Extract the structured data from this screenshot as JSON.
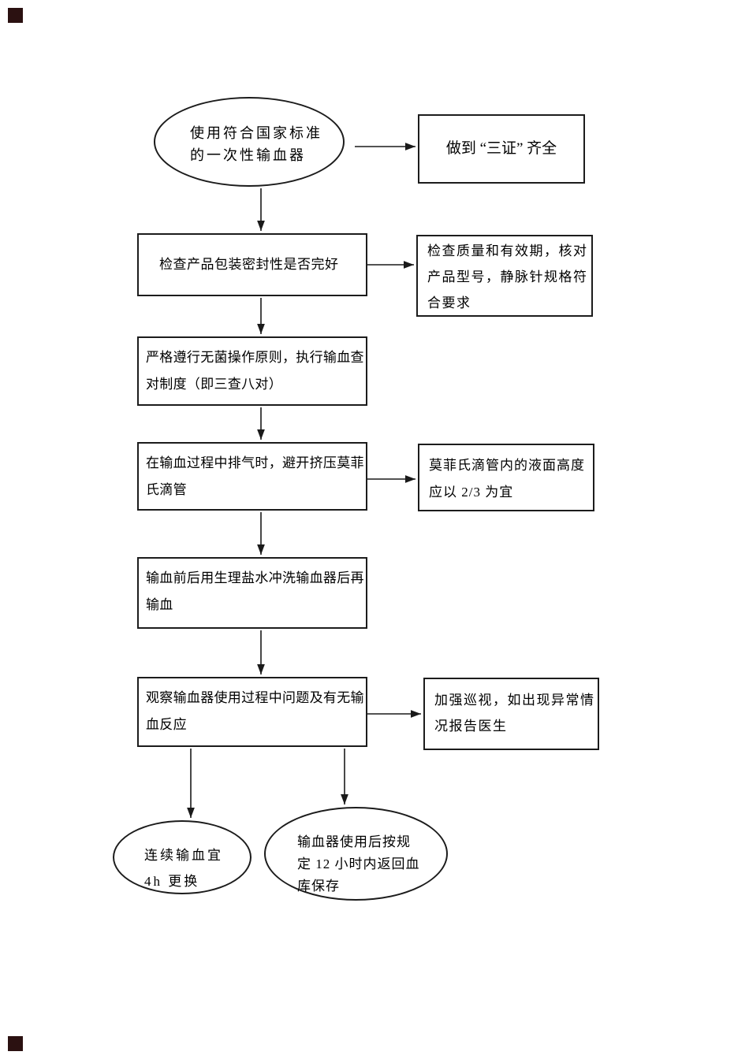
{
  "page": {
    "background": "#ffffff",
    "line_color": "#1a1a1a",
    "corner_marker_color": "#2b1111"
  },
  "nodes": {
    "start": {
      "shape": "ellipse",
      "text": "使用符合国家标准\n的一次性输血器"
    },
    "cert": {
      "shape": "rect",
      "text": "做到 “三证” 齐全"
    },
    "check_seal": {
      "shape": "rect",
      "text": "检查产品包装密封性是否完好"
    },
    "check_quality": {
      "shape": "rect",
      "text": "检查质量和有效期，核对\n产品型号，静脉针规格符\n合要求"
    },
    "aseptic": {
      "shape": "rect",
      "text": "严格遵行无菌操作原则，执行输血查\n对制度（即三查八对）"
    },
    "air_vent": {
      "shape": "rect",
      "text": "在输血过程中排气时，避开挤压莫菲\n氏滴管"
    },
    "murphy_level": {
      "shape": "rect",
      "text": "莫菲氏滴管内的液面高度\n应以 2/3 为宜"
    },
    "flush_saline": {
      "shape": "rect",
      "text": "输血前后用生理盐水冲洗输血器后再\n输血"
    },
    "observe": {
      "shape": "rect",
      "text": "观察输血器使用过程中问题及有无输\n血反应"
    },
    "patrol": {
      "shape": "rect",
      "text": "加强巡视，如出现异常情\n况报告医生"
    },
    "replace_4h": {
      "shape": "ellipse",
      "text": "连续输血宜\n4h 更换"
    },
    "return_12h": {
      "shape": "ellipse",
      "text": "输血器使用后按规\n定 12 小时内返回血\n库保存"
    }
  }
}
